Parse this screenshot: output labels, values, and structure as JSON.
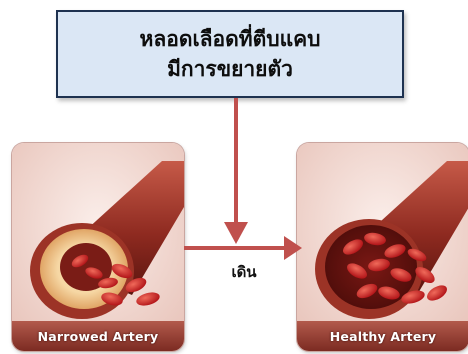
{
  "diagram": {
    "top_box": {
      "line1": "หลอดเลือดที่ตีบแคบ",
      "line2": "มีการขยายตัว"
    },
    "arrow_label": "เดิน",
    "left_panel": {
      "label": "Narrowed Artery"
    },
    "right_panel": {
      "label": "Healthy Artery"
    }
  },
  "colors": {
    "box_fill": "#dbe7f5",
    "box_border": "#1e3250",
    "arrow": "#c0504d",
    "artery_wall": "#a8392c",
    "plaque": "#f1c48a",
    "blood_cell": "#d42a2a",
    "panel_bg": "#f3dcd6"
  }
}
